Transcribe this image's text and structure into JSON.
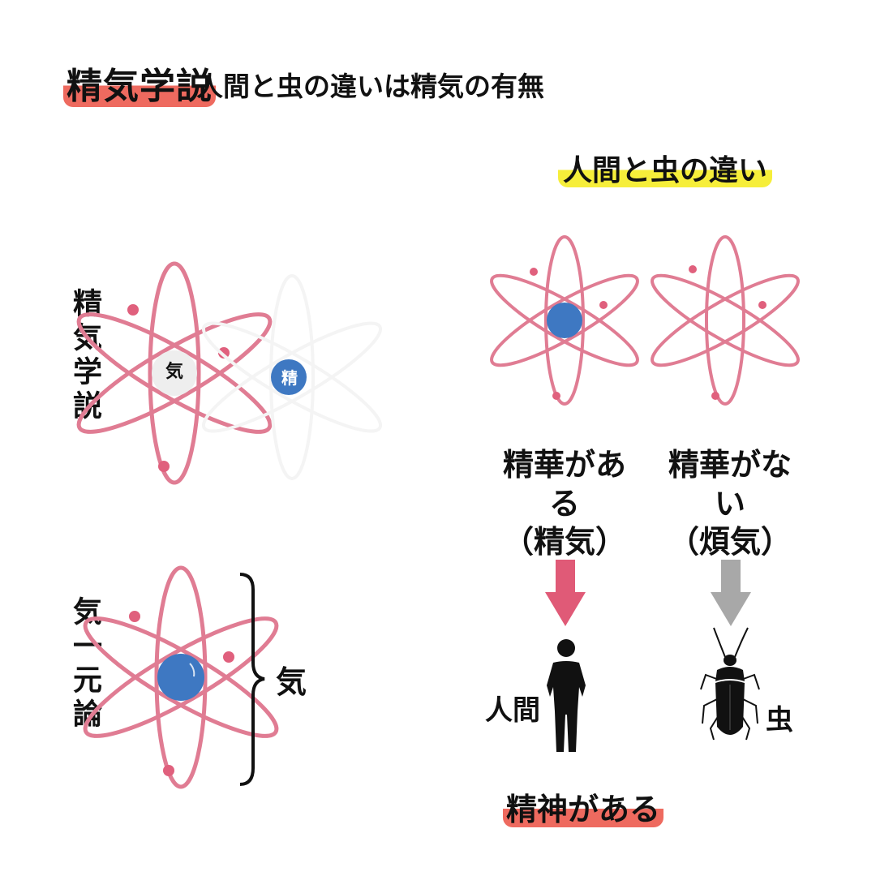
{
  "header": {
    "title": "精気学説",
    "subtitle": "人間と虫の違いは精気の有無"
  },
  "left": {
    "section1_label": "精気学説",
    "qi_core_label": "気",
    "jing_core_label": "精",
    "section2_label": "気一元論",
    "brace_label": "気"
  },
  "right": {
    "heading": "人間と虫の違い",
    "human_column": {
      "line1": "精華がある",
      "line2": "（精気）",
      "figure_label": "人間",
      "bottom_label": "精神がある"
    },
    "insect_column": {
      "line1": "精華がない",
      "line2": "（煩気）",
      "figure_label": "虫"
    }
  },
  "colors": {
    "orbit": "#e07c93",
    "electron": "#e0607d",
    "nucleus_blue": "#3e78c2",
    "highlight_red": "#ee6a5f",
    "highlight_yellow": "#f6ee3a",
    "arrow_red": "#e05a77",
    "arrow_gray": "#a8a8a8"
  }
}
